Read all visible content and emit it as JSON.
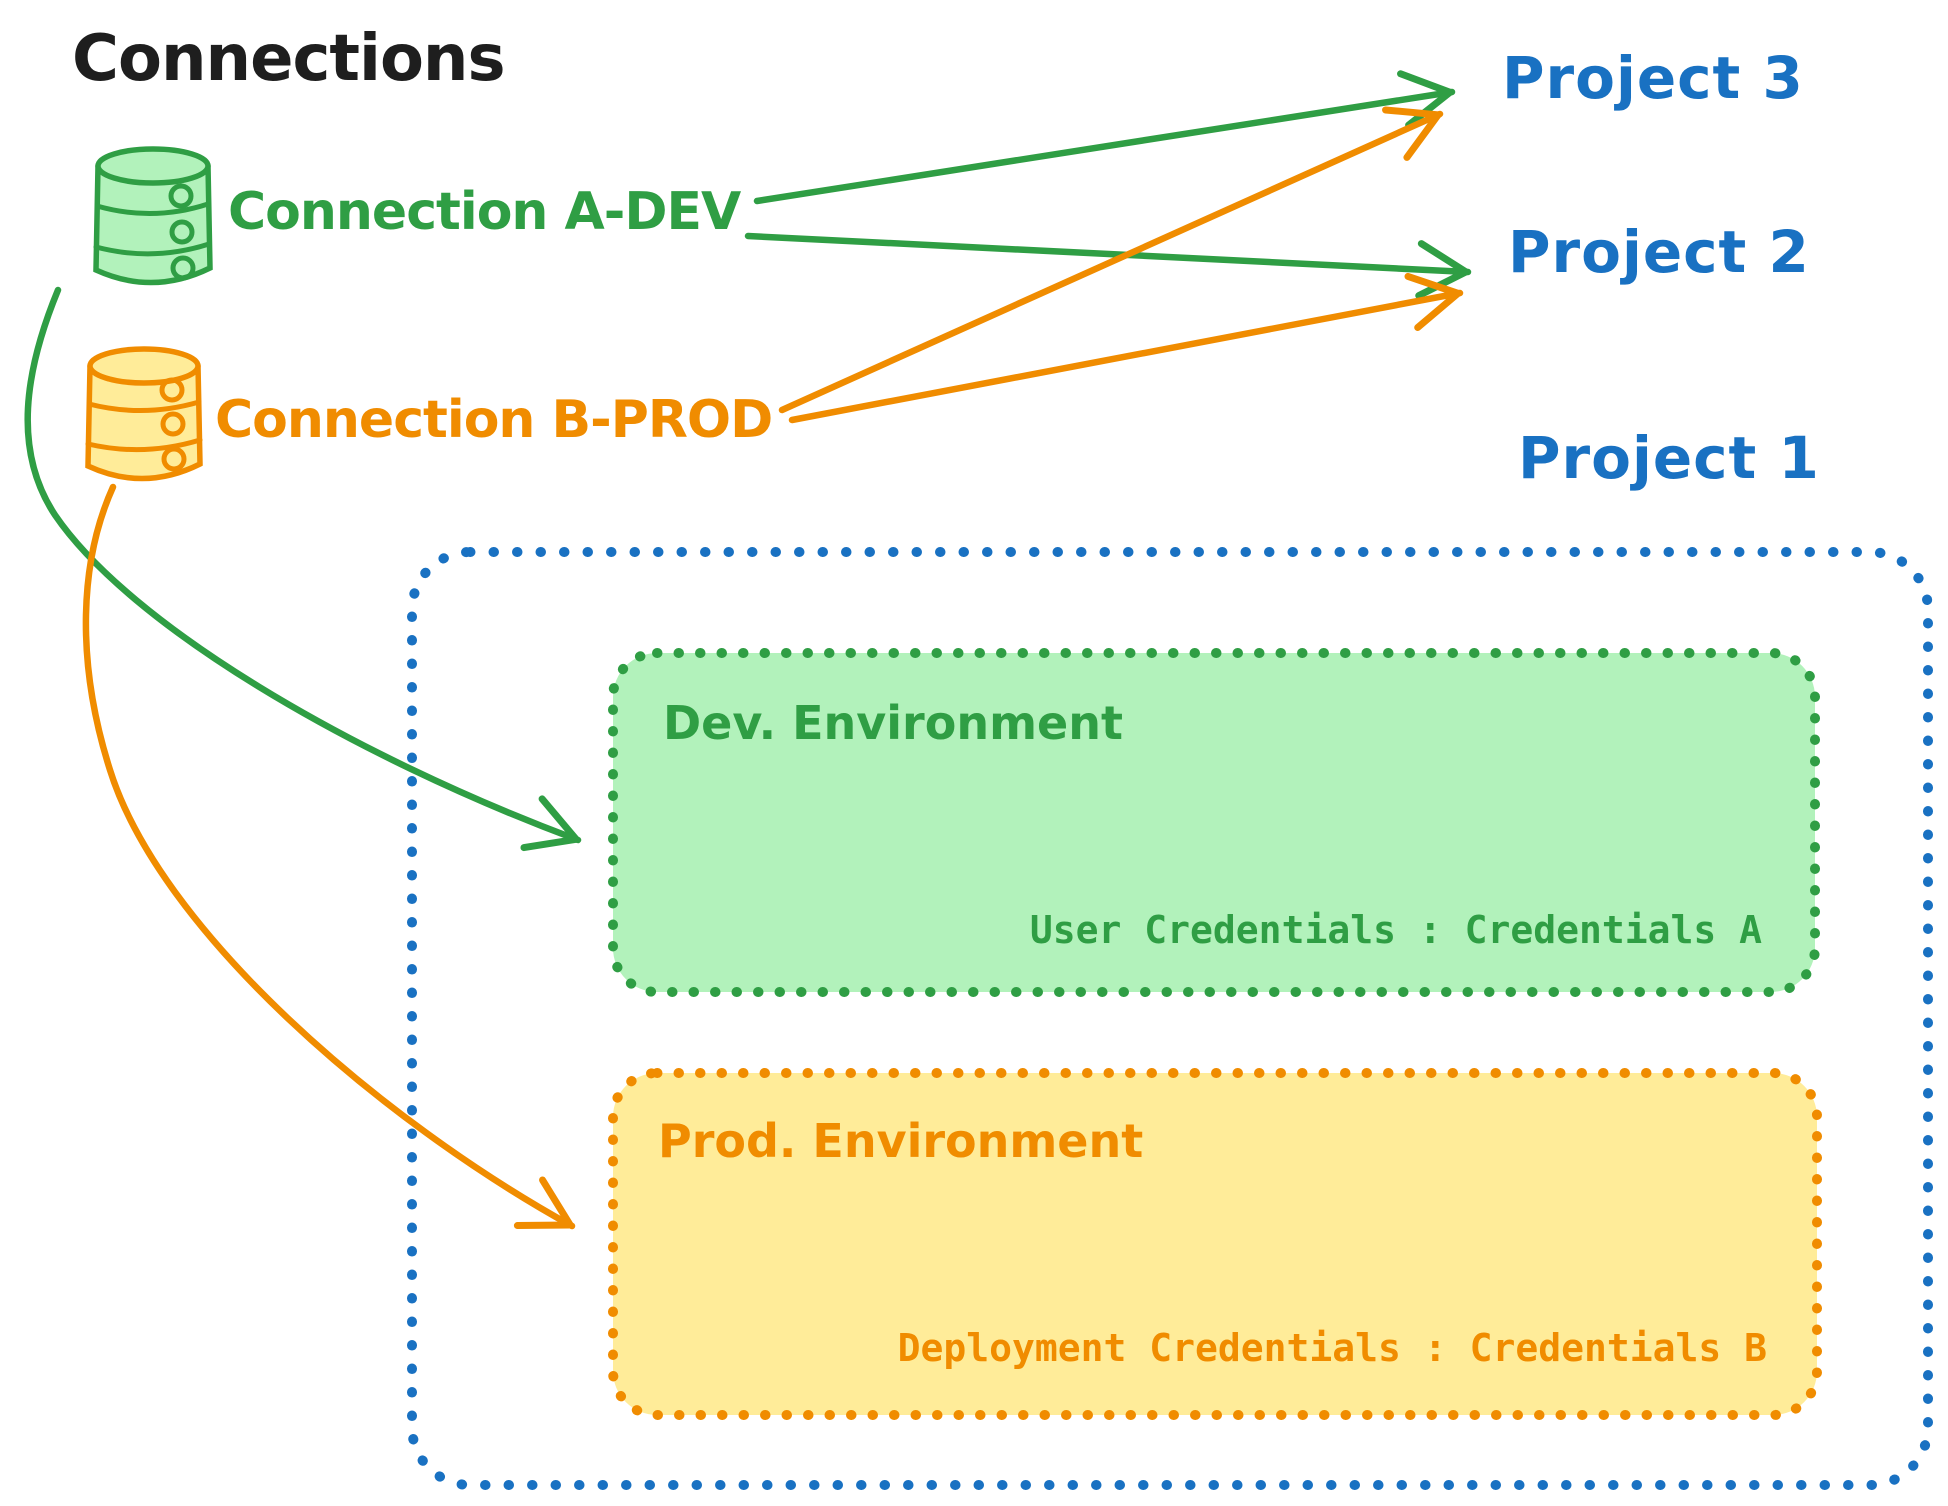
{
  "title": "Connections",
  "colors": {
    "black": "#1e1e1e",
    "blue": "#1971c2",
    "green": "#2f9e44",
    "green_fill": "#b2f2bb",
    "orange": "#f08c00",
    "orange_fill": "#ffec99"
  },
  "connections": [
    {
      "label": "Connection A-DEV",
      "color": "#2f9e44",
      "icon": "database-icon"
    },
    {
      "label": "Connection B-PROD",
      "color": "#f08c00",
      "icon": "database-icon"
    }
  ],
  "projects": [
    {
      "label": "Project 3"
    },
    {
      "label": "Project 2"
    },
    {
      "label": "Project 1"
    }
  ],
  "project1_detail": {
    "dev_environment": {
      "title": "Dev. Environment",
      "credentials": "User Credentials : Credentials A"
    },
    "prod_environment": {
      "title": "Prod. Environment",
      "credentials": "Deployment Credentials : Credentials B"
    }
  },
  "arrows": [
    {
      "from": "Connection A-DEV",
      "to": "Project 3",
      "color": "#2f9e44"
    },
    {
      "from": "Connection A-DEV",
      "to": "Project 2",
      "color": "#2f9e44"
    },
    {
      "from": "Connection B-PROD",
      "to": "Project 3",
      "color": "#f08c00"
    },
    {
      "from": "Connection B-PROD",
      "to": "Project 2",
      "color": "#f08c00"
    },
    {
      "from": "Connection A-DEV",
      "to": "Dev. Environment",
      "color": "#2f9e44"
    },
    {
      "from": "Connection B-PROD",
      "to": "Prod. Environment",
      "color": "#f08c00"
    }
  ]
}
